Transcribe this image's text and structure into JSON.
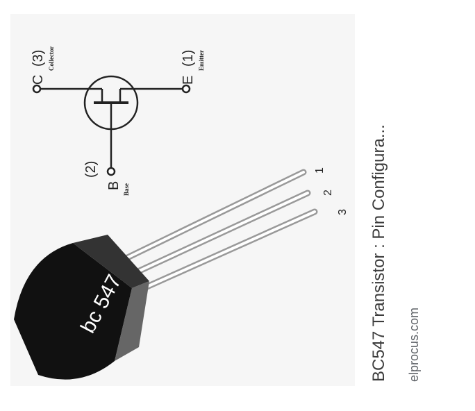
{
  "result": {
    "title": "BC547 Transistor : Pin Configura...",
    "source": "elprocus.com",
    "image": {
      "part_label": "bc 547",
      "pins": [
        "1",
        "2",
        "3"
      ],
      "collector": {
        "letter": "C",
        "pin": "(3)",
        "name": "Collector"
      },
      "emitter": {
        "letter": "E",
        "pin": "(1)",
        "name": "Emitter"
      },
      "base": {
        "letter": "B",
        "pin": "(2)",
        "name": "Base"
      }
    }
  }
}
